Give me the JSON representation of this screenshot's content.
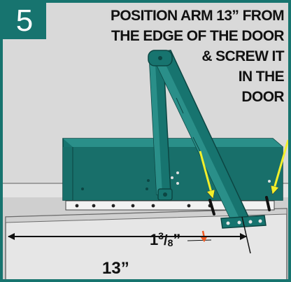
{
  "step": {
    "number": "5"
  },
  "instruction": {
    "lines": [
      "POSITION ARM 13” FROM",
      "THE EDGE OF THE DOOR",
      "& SCREW IT",
      "IN THE",
      "DOOR"
    ]
  },
  "dimensions": {
    "inset": {
      "whole": "1",
      "numerator": "3",
      "slash": "/",
      "denominator": "8",
      "unit": "”"
    },
    "arm_distance": "13”"
  },
  "colors": {
    "badge": "#17746f",
    "closer_body": "#17746f",
    "wall": "#d9d9d9",
    "frame": "#17746f",
    "pointer_arrows": "#f2ef2a",
    "inset_marker": "#f05a22"
  }
}
